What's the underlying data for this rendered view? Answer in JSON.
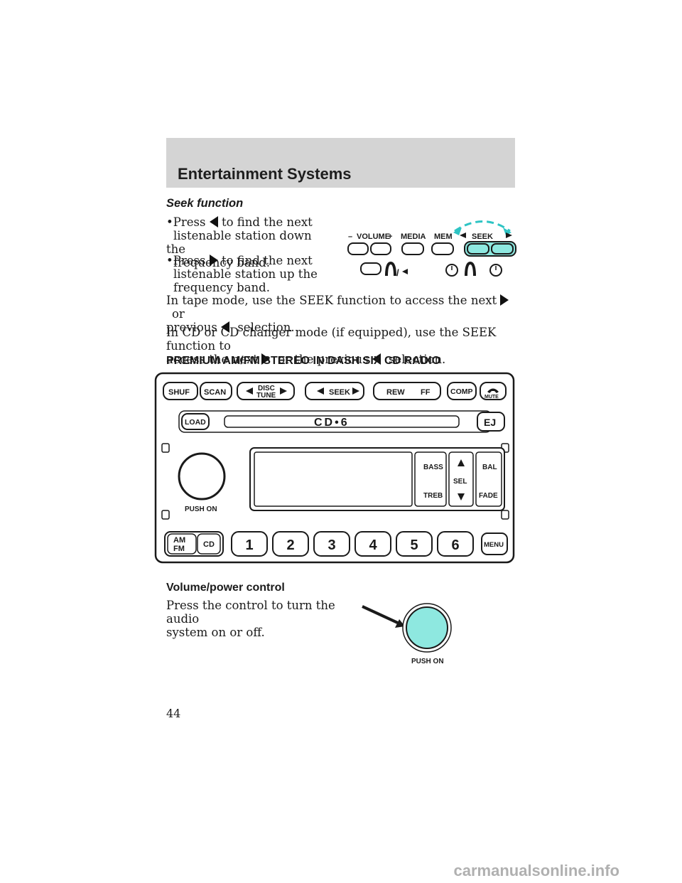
{
  "header": {
    "title": "Entertainment Systems"
  },
  "seek": {
    "heading": "Seek function",
    "bullet": "•",
    "b1_press": "Press",
    "b1_rest1": "to find the next",
    "b1_rest2": "listenable station down the",
    "b1_rest3": "frequency band.",
    "b2_press": "Press",
    "b2_rest1": "to find the next",
    "b2_rest2": "listenable station up the",
    "b2_rest3": "frequency band.",
    "tape1": "In tape mode, use the SEEK function to access the next",
    "tape_or": "or",
    "tape2a": "previous",
    "tape2b": "selection.",
    "cd1": "In CD or CD changer mode (if equipped), use the SEEK function to",
    "cd2a": "access the next",
    "cd2b": "or the previous",
    "cd2c": "selection."
  },
  "small_panel": {
    "volume": "VOLUME",
    "minus": "–",
    "plus": "+",
    "media": "MEDIA",
    "mem": "MEM",
    "seek": "SEEK",
    "tape_symbol": "/",
    "highlight_color": "#8ee8e0"
  },
  "section_title": "PREMIUM AM/FM STEREO IN DASH SIX CD RADIO",
  "radio": {
    "shuf": "SHUF",
    "scan": "SCAN",
    "disc": "DISC",
    "tune": "TUNE",
    "seek": "SEEK",
    "rew": "REW",
    "ff": "FF",
    "comp": "COMP",
    "mute": "MUTE",
    "load": "LOAD",
    "brand": "CD•6",
    "ej": "EJ",
    "bass": "BASS",
    "treb": "TREB",
    "sel": "SEL",
    "bal": "BAL",
    "fade": "FADE",
    "push_on": "PUSH ON",
    "am": "AM",
    "fm": "FM",
    "cd": "CD",
    "presets": [
      "1",
      "2",
      "3",
      "4",
      "5",
      "6"
    ],
    "menu": "MENU"
  },
  "volume": {
    "heading": "Volume/power control",
    "text1": "Press the control to turn the audio",
    "text2": "system on or off.",
    "push_on": "PUSH ON",
    "knob_color": "#8ee8e0"
  },
  "page_number": "44",
  "footer": "carmanualsonline.info"
}
